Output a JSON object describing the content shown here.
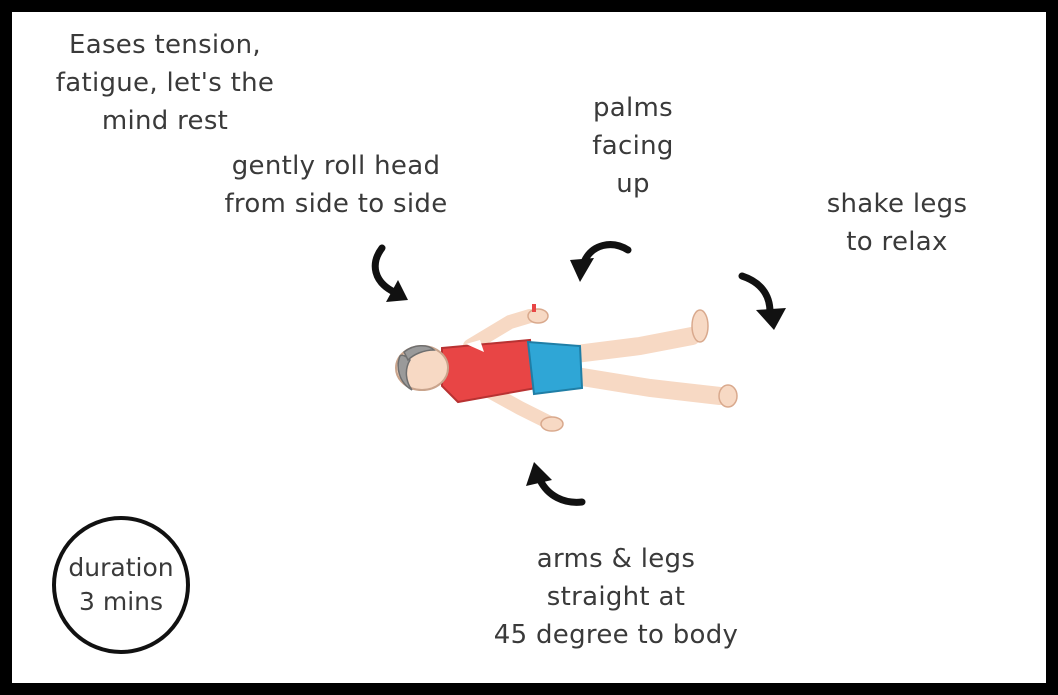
{
  "captions": {
    "benefit": [
      "Eases tension,",
      "fatigue, let's the",
      "mind rest"
    ],
    "head": [
      "gently roll head",
      "from side to side"
    ],
    "palms": [
      "palms",
      "facing",
      "up"
    ],
    "legs": [
      "shake legs",
      "to relax"
    ],
    "arms": [
      "arms & legs",
      "straight at",
      "45 degree to body"
    ]
  },
  "duration": [
    "duration",
    "3 mins"
  ],
  "colors": {
    "frame": "#000000",
    "background": "#ffffff",
    "text": "#3a3a3a",
    "shirt": "#e84545",
    "shorts": "#2fa6d6",
    "skin": "#f7d9c4",
    "hair": "#9a9a9a",
    "arrow": "#111111"
  },
  "icons": [
    "curved-arrow-icon",
    "person-lying-icon",
    "circle-badge-icon"
  ]
}
